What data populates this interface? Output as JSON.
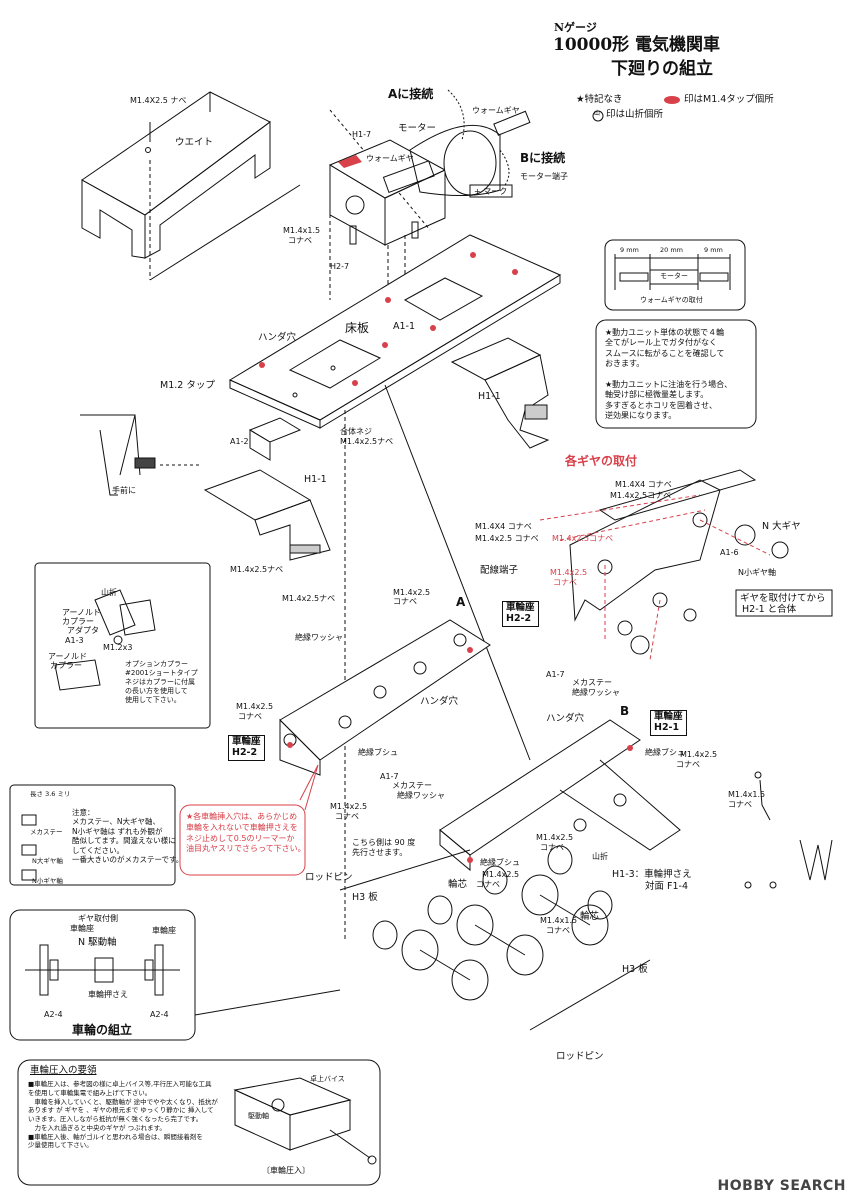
{
  "header": {
    "scale": "Nゲージ",
    "product": "10000形 電気機関車",
    "section": "下廻りの組立"
  },
  "legend": {
    "line1": "★特記なき",
    "line1b": "印はM1.4タップ個所",
    "line2": "印は山折個所",
    "icon_mark": "山"
  },
  "top_labels": {
    "screw_weight": "M1.4X2.5 ナベ",
    "weight": "ウエイト",
    "connect_a": "Aに接続",
    "connect_b": "Bに接続",
    "worm_gear_1": "ウォームギヤ",
    "motor": "モーター",
    "worm_gear_2": "ウォームギヤ",
    "motor_terminal": "モーター端子",
    "plus_mark": "+ マーク",
    "h1_7": "H1-7",
    "h2_7": "H2-7",
    "screw_15": "M1.4x1.5",
    "screw_15b": "コナベ",
    "handa_hole": "ハンダ穴",
    "floor": "床板",
    "a1_1": "A1-1",
    "m12_tap": "M1.2 タップ",
    "h1_1": "H1-1",
    "a1_2": "A1-2",
    "gotai_screw": "合体ネジ",
    "gotai_screw_b": "M1.4x2.5ナベ",
    "temae": "手前に",
    "h1_1b": "H1-1",
    "m14_25a": "M1.4x2.5ナベ",
    "m14_25b": "M1.4x2.5ナベ"
  },
  "dimension": {
    "d1": "9 mm",
    "d2": "20 mm",
    "d3": "9 mm",
    "motor": "モーター",
    "caption": "ウォームギヤの取付"
  },
  "notes": {
    "drive_unit": "★動力ユニット単体の状態で４輪\n全てがレール上でガタ付がなく\nスムースに転がることを確認して\nおきます。\n\n★動力ユニットに注油を行う場合、\n軸受け部に極微量差します。\n多すぎるとホコリを固着させ、\n逆効果になります。"
  },
  "gear_section": {
    "title": "各ギヤの取付",
    "s1": "M1.4X4 コナベ",
    "s2": "M1.4x2.5コナベ",
    "s3": "M1.4X4 コナベ",
    "s4": "M1.4x2.5 コナベ",
    "s5": "M1.4x2.5コナベ",
    "s6": "M1.4x2.5",
    "s6b": "コナベ",
    "n_big_gear": "N 大ギヤ",
    "n_small_gear_axle": "N小ギヤ軸",
    "a1_6": "A1-6",
    "attach_note_1": "ギヤを取付けてから",
    "attach_note_2": "H2-1 と合体",
    "wiring": "配線端子"
  },
  "coupler": {
    "arnold": "アーノルド",
    "coupler_adapter": "カプラー",
    "adapter": "アダプタ",
    "a1_3": "A1-3",
    "arnold2": "アーノルド",
    "coupler2": "カプラー",
    "m12x3": "M1.2x3",
    "option_text": "オプションカプラー\n#2001ショートタイプ\nネジはカプラーに付属\nの長い方を使用して\n使用して下さい。",
    "yamaori": "山折"
  },
  "chassis": {
    "a_mark": "A",
    "b_mark": "B",
    "wheel_seat_h2_2_label": "車輪座",
    "wheel_seat_h2_2_code": "H2-2",
    "wheel_seat_h2_2b_label": "車輪座",
    "wheel_seat_h2_2b_code": "H2-2",
    "wheel_seat_h2_1_label": "車輪座",
    "wheel_seat_h2_1_code": "H2-1",
    "insul_washer": "絶縁ワッシャ",
    "handa_hole": "ハンダ穴",
    "m14_25_konabe": "M1.4x2.5",
    "m14_25_konabe_b": "コナベ",
    "m14_25c": "M1.4x2.5",
    "m14_25c_b": "コナベ",
    "a1_7": "A1-7",
    "mecha_stay": "メカステー",
    "insul_washer2": "絶縁ワッシャ",
    "insul_bush": "絶縁ブシュ",
    "m14_25d": "M1.4x2.5",
    "m14_25d_b": "コナベ",
    "a1_7b": "A1-7",
    "mecha_stay_b": "メカステー",
    "insul_washer3": "絶縁ワッシャ",
    "m14_25e": "M1.4x2.5",
    "m14_25e_b": "コナベ",
    "handa_hole2": "ハンダ穴",
    "insul_bush2": "絶縁ブシュ",
    "m14_25f": "M1.4x2.5",
    "m14_25f_b": "コナベ",
    "m14_25g": "M1.4x2.5",
    "m14_25g_b": "コナベ",
    "yamaori": "山折",
    "m14_15": "M1.4x1.5",
    "m14_15_b": "コナベ",
    "insul_bush3": "絶縁ブシュ",
    "h1_3": "H1-3：車輪押さえ",
    "h1_3b": "対面 F1-4",
    "wheel_core": "輪芯",
    "wheel_core2": "輪芯",
    "h3_plate": "H3 板",
    "h3_plate2": "H3 板",
    "rod_pin": "ロッドピン",
    "rod_pin2": "ロッドピン",
    "side_90": "こちら側は 90 度",
    "side_90b": "先行させます。",
    "m14_15s": "M1.4x1.5",
    "m14_15s_b": "コナベ"
  },
  "red_note": "★各車輪挿入穴は、あらかじめ\n車輪を入れないで車輪押さえを\nネジ止めして0.5のリーマーか\n油目丸ヤスリでさらって下さい。",
  "mecha_note": {
    "length": "長さ 3.6 ミリ",
    "stay": "メカステー",
    "n_axle": "N大ギヤ軸",
    "n_small": "N小ギヤ軸",
    "text": "注意：\nメカステー、N大ギヤ軸、\nN小ギヤ軸は ずれも外観が\n酷似してます。間違えない様に\nしてください。\n一番大きいのがメカステーです。"
  },
  "wheel_assembly": {
    "gear_side": "ギヤ取付側",
    "wheel_seat": "車輪座",
    "n_axle": "N 駆動軸",
    "wheel_seat2": "車輪座",
    "presser": "車輪押さえ",
    "a2_4": "A2-4",
    "a2_4b": "A2-4",
    "title": "車輪の組立"
  },
  "press_box": {
    "title": "車輪圧入の要領",
    "text": "■車輪圧入は、参考図の様に卓上バイス等,平行圧入可能な工具\nを使用して車輪集電で組み上げて下さい。\n　車輪を挿入していくと、駆動軸が 途中でやや太くなり、抵抗が\nあります が ギヤを 、ギヤの根元まで ゆっくり静かに 挿入して\nいきます。圧入しながら抵抗が無く強くなったら完了です。\n　力を入れ過ぎると中央のギヤが つぶれます。\n■車輪圧入後、軸がゴルイと思われる場合は、瞬間接着剤を\n少量使用して下さい。",
    "vise": "卓上バイス",
    "drive_axle": "駆動軸",
    "caption": "〔車輪圧入〕"
  },
  "watermark": "HOBBY SEARCH"
}
